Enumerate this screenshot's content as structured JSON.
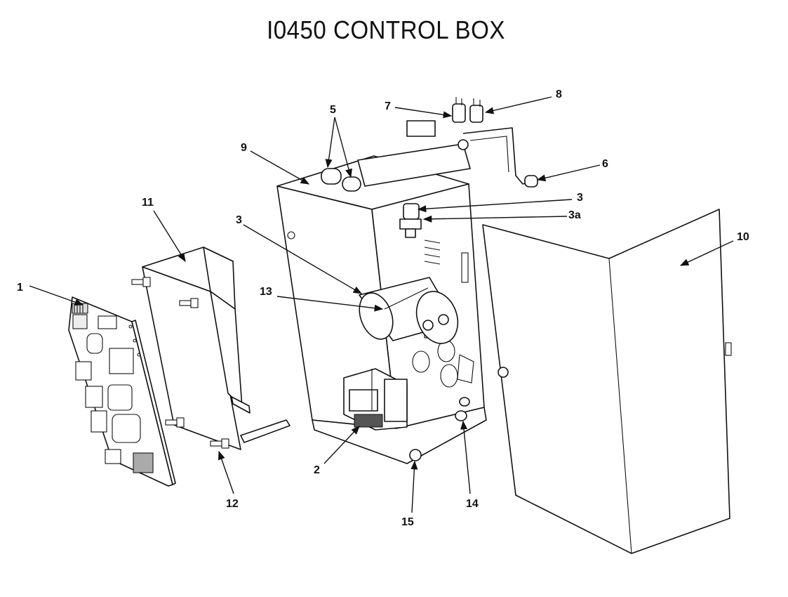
{
  "title": "I0450 CONTROL BOX",
  "callouts": [
    {
      "id": "c1",
      "label": "1"
    },
    {
      "id": "c2",
      "label": "2"
    },
    {
      "id": "c3a",
      "label": "3"
    },
    {
      "id": "c3b",
      "label": "3"
    },
    {
      "id": "c3c",
      "label": "3a"
    },
    {
      "id": "c5",
      "label": "5"
    },
    {
      "id": "c6",
      "label": "6"
    },
    {
      "id": "c7",
      "label": "7"
    },
    {
      "id": "c8",
      "label": "8"
    },
    {
      "id": "c9",
      "label": "9"
    },
    {
      "id": "c10",
      "label": "10"
    },
    {
      "id": "c11",
      "label": "11"
    },
    {
      "id": "c12",
      "label": "12"
    },
    {
      "id": "c13",
      "label": "13"
    },
    {
      "id": "c14",
      "label": "14"
    },
    {
      "id": "c15",
      "label": "15"
    }
  ]
}
